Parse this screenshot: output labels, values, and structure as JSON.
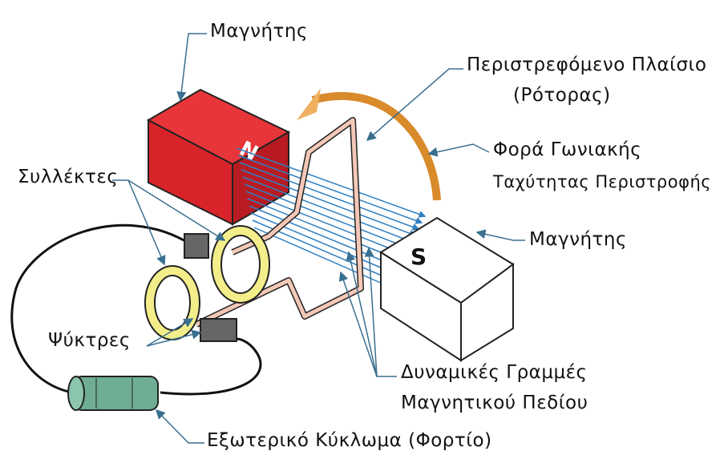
{
  "labels": {
    "magnet_top": "Μαγνήτης",
    "rotor_line1": "Περιστρεφόμενο Πλαίσιο",
    "rotor_line2": "(Ρότορας)",
    "rotation_line1": "Φορά Γωνιακής",
    "rotation_line2": "Ταχύτητας Περιστροφής",
    "magnet_right": "Μαγνήτης",
    "collectors": "Συλλέκτες",
    "brushes": "Ψύκτρες",
    "field_line1": "Δυναμικές Γραμμές",
    "field_line2": "Μαγνητικού Πεδίου",
    "external_circuit": "Εξωτερικό Κύκλωμα (Φορτίο)"
  },
  "magnets": {
    "north": "N",
    "south": "S"
  },
  "colors": {
    "north_magnet": "#d9232a",
    "south_magnet": "#ffffff",
    "field_lines": "#2f7fc1",
    "rotation_arrow": "#d98a2b",
    "slip_rings": "#f3ee8a",
    "load": "#6fae94"
  }
}
